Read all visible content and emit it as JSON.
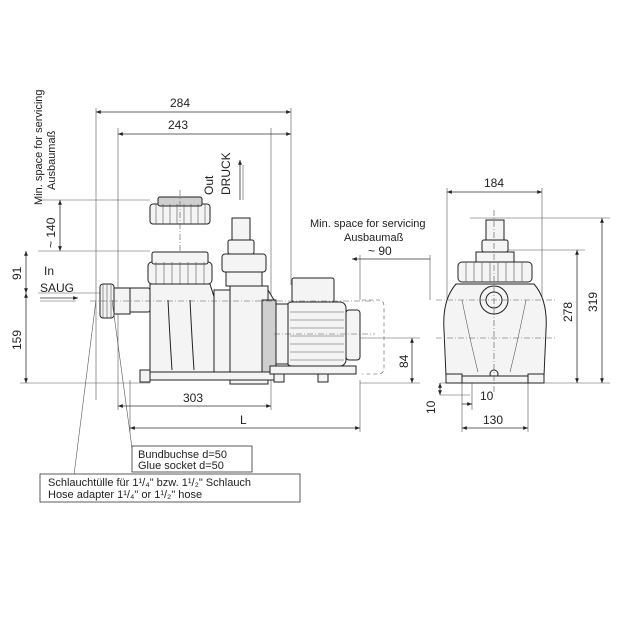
{
  "dimensions": {
    "d284": "284",
    "d243": "243",
    "d140": "~ 140",
    "d91": "91",
    "d159": "159",
    "d303": "303",
    "dL": "L",
    "d90": "~ 90",
    "d84": "84",
    "d184": "184",
    "d319": "319",
    "d278": "278",
    "d10a": "10",
    "d10b": "10",
    "d130": "130"
  },
  "labels": {
    "service_left_1": "Min. space for servicing",
    "service_left_2": "Ausbaumaß",
    "service_mid_1": "Min. space for servicing",
    "service_mid_2": "Ausbaumaß",
    "out": "Out",
    "druck": "DRUCK",
    "in": "In",
    "saug": "SAUG"
  },
  "notes": {
    "glue_de": "Bundbuchse  d=50",
    "glue_en": "Glue socket  d=50",
    "hose_de": "Schlauchtülle für 1¹/₄\"  bzw. 1¹/₂\" Schlauch",
    "hose_en": "Hose adapter 1¹/₄\"  or 1¹/₂\" hose"
  }
}
